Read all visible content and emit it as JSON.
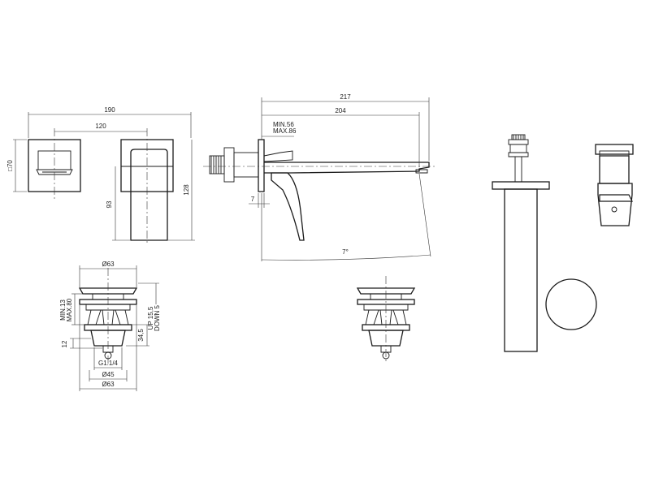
{
  "dimensions": {
    "front_width": "190",
    "front_centers": "120",
    "front_square": "□70",
    "front_height": "128",
    "front_lever_height": "93",
    "side_length_total": "217",
    "side_length_spout": "204",
    "side_min": "MIN.56",
    "side_max": "MAX.86",
    "side_lever_offset": "7",
    "side_angle": "7°",
    "waste_top_dia": "Ø63",
    "waste_min": "MIN.13",
    "waste_max": "MAX.80",
    "waste_up": "UP 15,5",
    "waste_down": "DOWN 5",
    "waste_height": "34,5",
    "waste_thread_len": "12",
    "waste_thread": "G1.1/4",
    "waste_body_dia": "Ø45",
    "waste_bottom_dia": "Ø63"
  }
}
